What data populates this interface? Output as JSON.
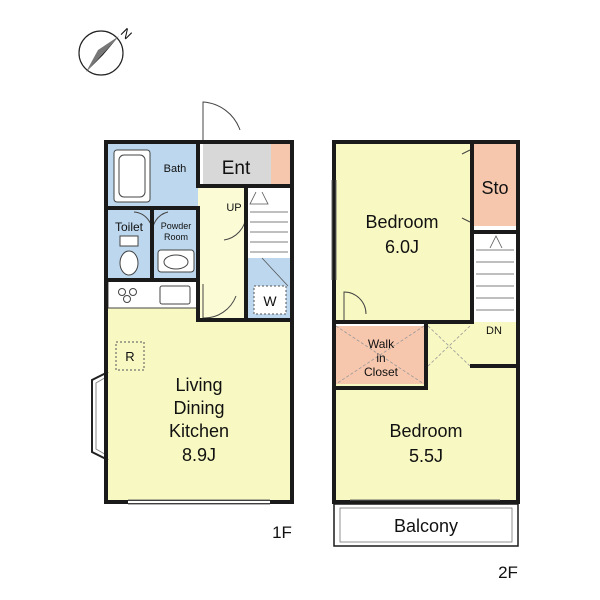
{
  "compass": {
    "north_label": "N"
  },
  "floor1": {
    "label": "1F",
    "entrance": "Ent",
    "bath": "Bath",
    "toilet": "Toilet",
    "powder_room": [
      "Powder",
      "Room"
    ],
    "stairs_up": "UP",
    "washer": "W",
    "refrigerator": "R",
    "ldk_name": [
      "Living",
      "Dining",
      "Kitchen"
    ],
    "ldk_size": "8.9J"
  },
  "floor2": {
    "label": "2F",
    "storage": "Sto",
    "bedroom_a_name": "Bedroom",
    "bedroom_a_size": "6.0J",
    "walk_in_closet": [
      "Walk",
      "in",
      "Closet"
    ],
    "stairs_down": "DN",
    "bedroom_b_name": "Bedroom",
    "bedroom_b_size": "5.5J",
    "balcony": "Balcony"
  },
  "colors": {
    "wall": "#1a1a1a",
    "room_floor": "#f8f8c2",
    "wet_area": "#bcd7ee",
    "entrance_floor": "#d8d8d8",
    "storage_floor": "#f6c6ad",
    "closet_floor": "#f6c6ad",
    "hall_floor": "#fbfbd6"
  }
}
